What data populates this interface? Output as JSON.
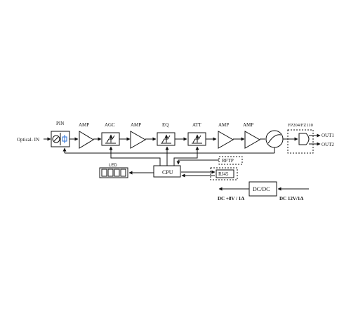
{
  "input": {
    "label": "Optical- IN"
  },
  "stages": {
    "pin": "PIN",
    "amp1": "AMP",
    "agc": "AGC",
    "amp2": "AMP",
    "eq": "EQ",
    "att": "ATT",
    "amp3": "AMP",
    "amp4": "AMP"
  },
  "splitter": {
    "label": "FP204/FZ110",
    "out1": "OUT1",
    "out2": "OUT2"
  },
  "cpu": {
    "label": "CPU"
  },
  "led": {
    "label": "LED"
  },
  "rftp": {
    "label": "RFTP"
  },
  "rj45": {
    "label": "RJ45"
  },
  "dcdc": {
    "label": "DC/DC",
    "out_label": "DC +8V / 1A",
    "in_label": "DC 12V/1A"
  }
}
